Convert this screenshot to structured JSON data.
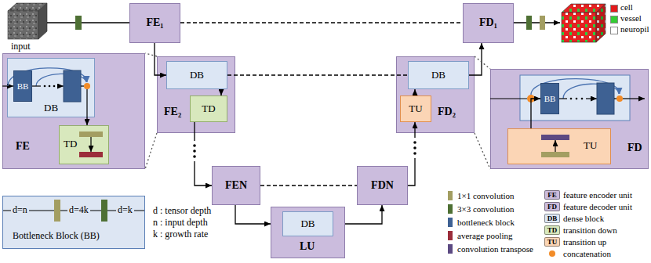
{
  "diagram": {
    "nodes": [
      {
        "text": [
          "FE₁"
        ]
      },
      {
        "text": [
          "FD₁"
        ]
      },
      {
        "text": [
          "FE₂"
        ]
      },
      {
        "text": [
          "DB"
        ],
        "in": 2
      },
      {
        "text": [
          "TD"
        ],
        "in": 2
      },
      {
        "text": [
          "FD₂"
        ]
      },
      {
        "text": [
          "DB"
        ],
        "in": 5
      },
      {
        "text": [
          "TU"
        ],
        "in": 5
      },
      {
        "text": [
          "FEN"
        ]
      },
      {
        "text": [
          "FDN"
        ]
      },
      {
        "text": [
          "LU"
        ]
      },
      {
        "text": [
          "DB"
        ],
        "in": 10
      },
      {
        "text": [
          "FE"
        ]
      },
      {
        "text": [
          "DB"
        ],
        "in": 12
      },
      {
        "text": [
          "BB"
        ],
        "in": 13
      },
      {
        "text": [
          "TD"
        ],
        "in": 12
      },
      {
        "text": [
          "FD"
        ]
      },
      {
        "text": [
          "BB"
        ],
        "in": 16
      },
      {
        "text": [
          "TU"
        ],
        "in": 16
      },
      {
        "text": [
          "d=n",
          "d=4k",
          "d=k",
          "Bottleneck Block (BB)"
        ]
      }
    ],
    "edges": [
      {
        "from": 0,
        "to": 1,
        "arrow": "none"
      },
      {
        "from": 0,
        "to": 3,
        "arrow": "to"
      },
      {
        "from": 3,
        "to": 4,
        "arrow": "to"
      },
      {
        "from": 3,
        "to": 6,
        "arrow": "none"
      },
      {
        "from": 4,
        "to": 8,
        "arrow": "to"
      },
      {
        "from": 8,
        "to": 9,
        "arrow": "none"
      },
      {
        "from": 8,
        "to": 10,
        "arrow": "to"
      },
      {
        "from": 10,
        "to": 9,
        "arrow": "to"
      },
      {
        "from": 9,
        "to": 7,
        "arrow": "to"
      },
      {
        "from": 7,
        "to": 6,
        "arrow": "to"
      },
      {
        "from": 6,
        "to": 1,
        "arrow": "to"
      },
      {
        "from": 2,
        "to": 12,
        "arrow": "none"
      },
      {
        "from": 13,
        "to": 15,
        "arrow": "to"
      },
      {
        "from": 5,
        "to": 16,
        "arrow": "none"
      },
      {
        "from": 18,
        "to": 17,
        "arrow": "to"
      }
    ],
    "labels": [
      "input",
      "d : tensor depth",
      "n : input depth",
      "k : growth rate",
      "FE",
      "FD",
      "DB",
      "TD",
      "TU"
    ],
    "legend": [
      {
        "text": "cell",
        "color": "#e31a1c"
      },
      {
        "text": "vessel",
        "color": "#33cc33"
      },
      {
        "text": "neuropil",
        "color": "#ffffff"
      },
      {
        "text": "1×1 convolution",
        "color": "#a39e62"
      },
      {
        "text": "3×3 convolution",
        "color": "#4e7034"
      },
      {
        "text": "bottleneck block",
        "color": "#3e6193"
      },
      {
        "text": "average pooling",
        "color": "#9b2d3a"
      },
      {
        "text": "convolution transpose",
        "color": "#5c4a82"
      },
      {
        "text": "feature encoder unit",
        "color": "#cbbcdd"
      },
      {
        "text": "feature decoder unit",
        "color": "#cbbcdd"
      },
      {
        "text": "dense block",
        "color": "#dce6f4"
      },
      {
        "text": "transition down",
        "color": "#d8e8bd"
      },
      {
        "text": "transition up",
        "color": "#fbd5b5"
      },
      {
        "text": "concatenation",
        "color": "#f28c28"
      }
    ]
  }
}
